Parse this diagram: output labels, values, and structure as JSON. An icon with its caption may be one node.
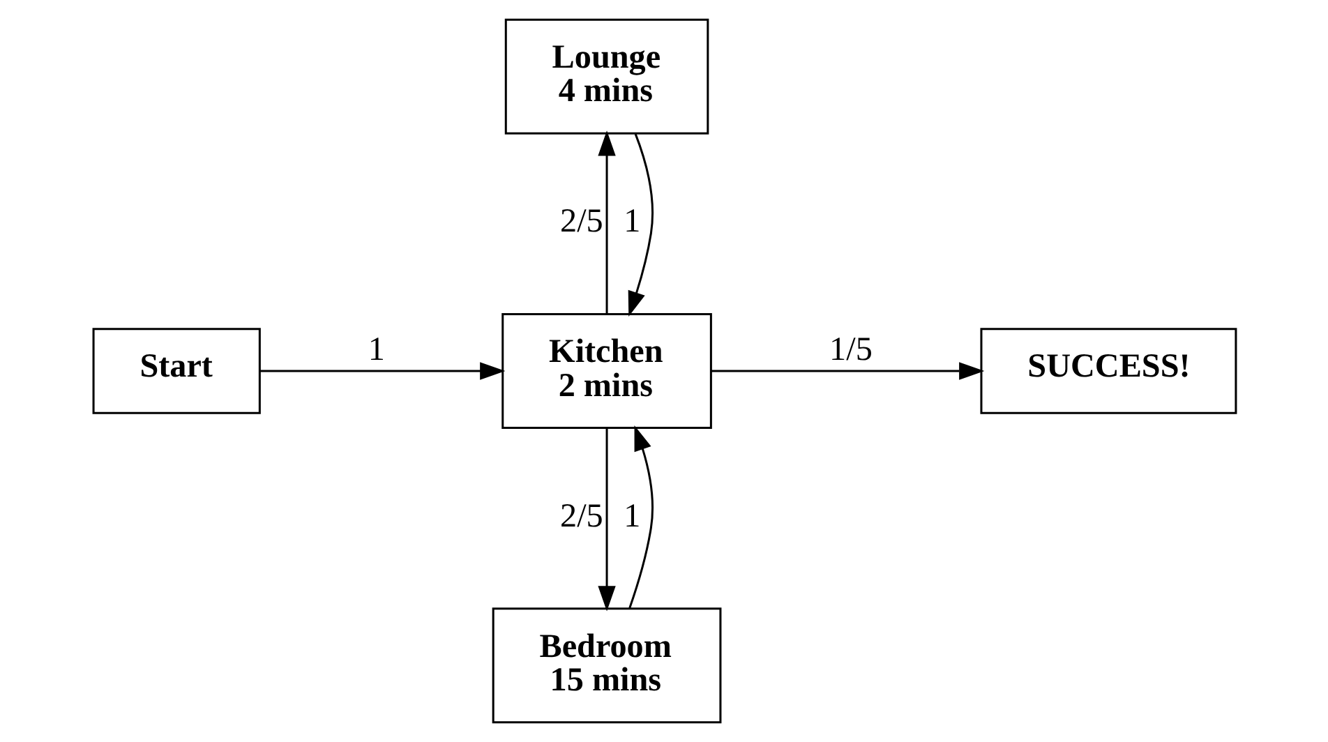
{
  "diagram": {
    "nodes": [
      {
        "text": [
          "Start"
        ]
      },
      {
        "text": [
          "Bedroom",
          "15 mins"
        ]
      },
      {
        "text": [
          "Kitchen",
          "2 mins"
        ]
      },
      {
        "text": [
          "Lounge",
          "4 mins"
        ]
      },
      {
        "text": [
          "SUCCESS!"
        ]
      }
    ],
    "edges": [
      {
        "from": 0,
        "to": 2,
        "arrow": "to",
        "label": "1"
      },
      {
        "from": 2,
        "to": 1,
        "arrow": "to",
        "label": "2/5"
      },
      {
        "from": 1,
        "to": 2,
        "arrow": "to",
        "label": "1"
      },
      {
        "from": 2,
        "to": 4,
        "arrow": "to",
        "label": "1/5"
      },
      {
        "from": 2,
        "to": 3,
        "arrow": "to",
        "label": "2/5"
      },
      {
        "from": 3,
        "to": 2,
        "arrow": "to",
        "label": "1"
      }
    ]
  }
}
